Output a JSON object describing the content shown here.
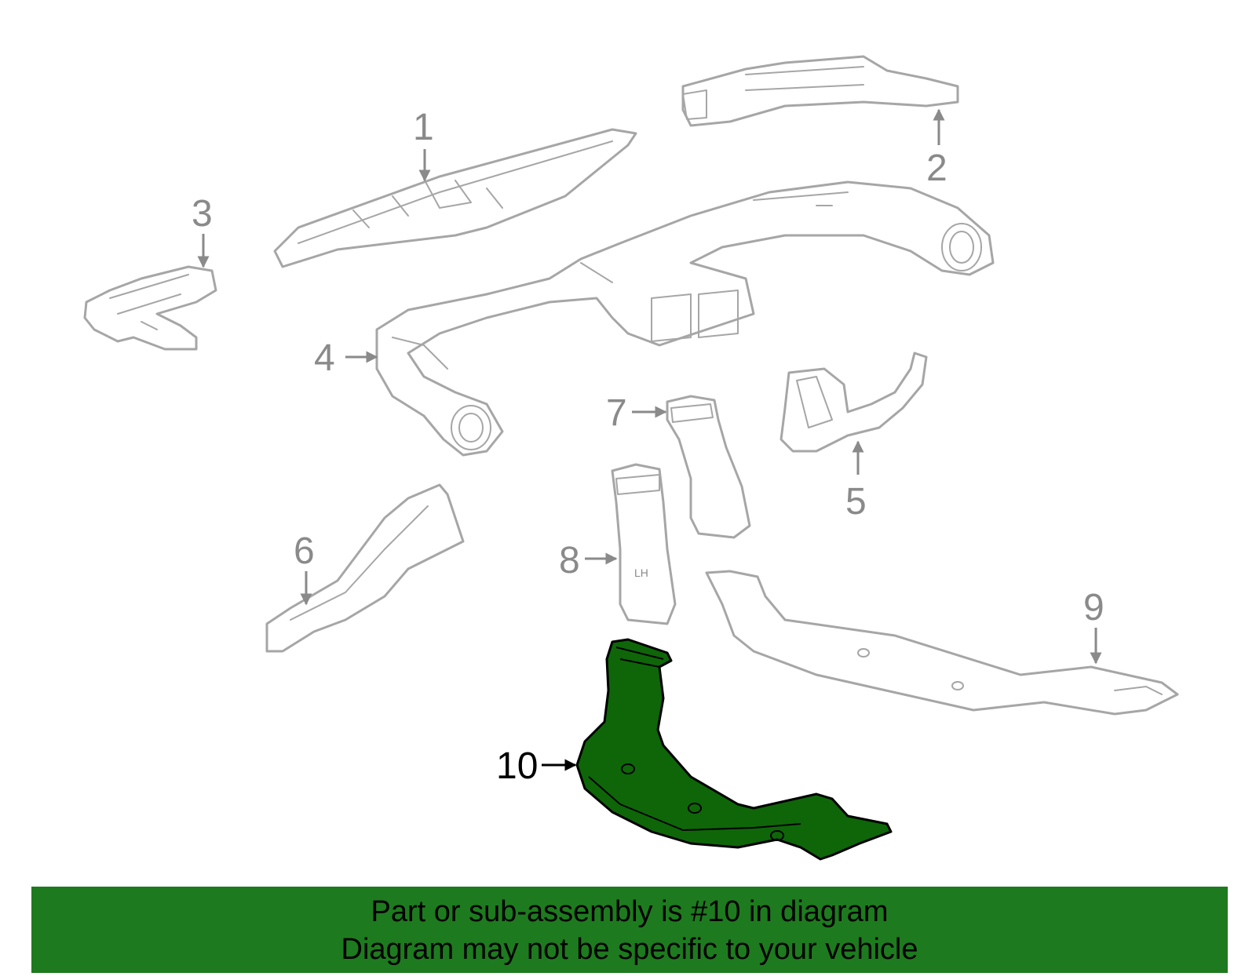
{
  "callouts": [
    "1",
    "2",
    "3",
    "4",
    "5",
    "6",
    "7",
    "8",
    "9",
    "10"
  ],
  "highlighted_callout": "10",
  "colors": {
    "highlight_fill": "#0e6609",
    "banner_bg": "#1e7a1e",
    "outline_gray": "#a6a6a6",
    "label_gray": "#8a8a8a"
  },
  "banner": {
    "line1": "Part or sub-assembly is #10 in diagram",
    "line2": "Diagram may not be specific to your vehicle"
  },
  "part_marks": {
    "lh_label": "LH"
  }
}
